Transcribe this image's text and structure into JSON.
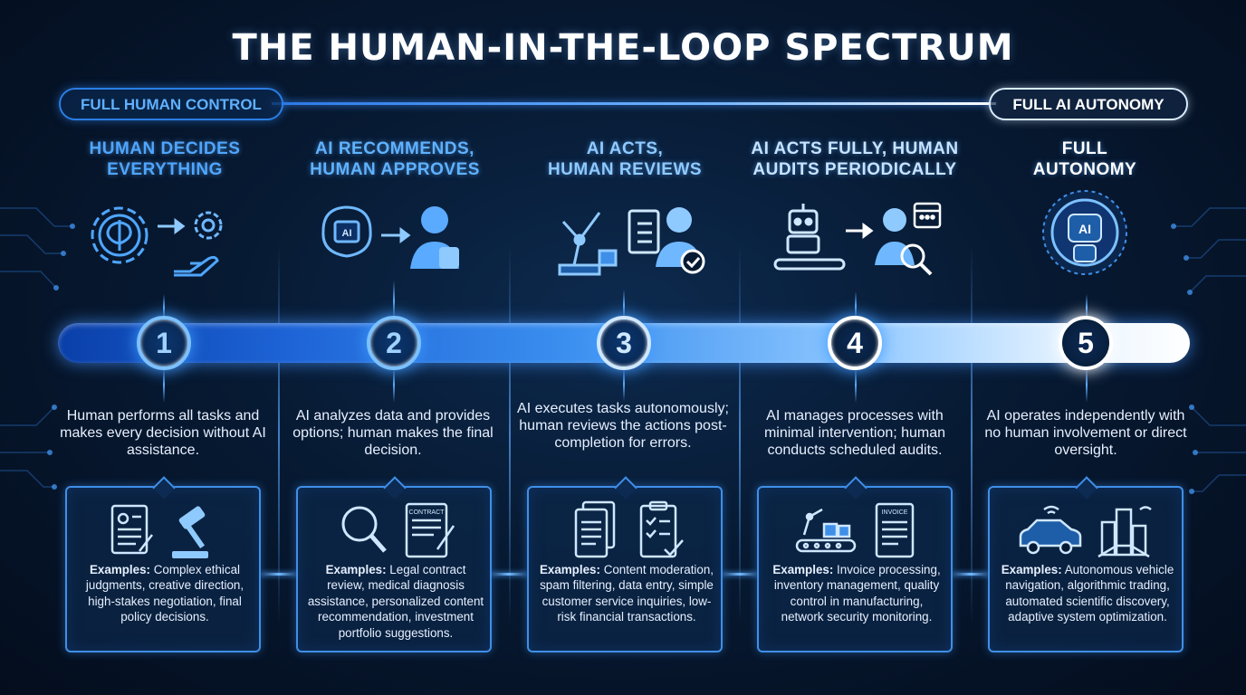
{
  "title": "THE HUMAN-IN-THE-LOOP SPECTRUM",
  "axis": {
    "left_label": "FULL HUMAN CONTROL",
    "right_label": "FULL AI AUTONOMY"
  },
  "colors": {
    "accent_blue": "#3f8fe8",
    "glow_blue": "#5aaaff",
    "background": "#071a33",
    "heading_blue": "#5fb0ff",
    "white": "#ffffff"
  },
  "stages": [
    {
      "number": "1",
      "heading_line1": "HUMAN DECIDES",
      "heading_line2": "EVERYTHING",
      "description": "Human performs all tasks and makes every decision without AI assistance.",
      "icons": [
        "brain-gear-icon",
        "arrow-right-icon",
        "gear-icon",
        "hand-icon"
      ],
      "examples_label": "Examples:",
      "examples": "Complex ethical judgments, creative direction, high-stakes negotiation, final policy decisions.",
      "card_icons": [
        "resume-document-icon",
        "gavel-icon"
      ]
    },
    {
      "number": "2",
      "heading_line1": "AI RECOMMENDS,",
      "heading_line2": "HUMAN APPROVES",
      "description": "AI analyzes data and provides options; human makes the final decision.",
      "icon_label": "AI",
      "icons": [
        "ai-brain-icon",
        "arrow-right-icon",
        "person-thumbs-up-icon"
      ],
      "examples_label": "Examples:",
      "examples": "Legal contract review, medical diagnosis assistance, personalized content recommendation, investment portfolio suggestions.",
      "card_label": "CONTRACT",
      "card_icons": [
        "magnifier-icon",
        "contract-icon"
      ]
    },
    {
      "number": "3",
      "heading_line1": "AI ACTS,",
      "heading_line2": "HUMAN REVIEWS",
      "description": "AI executes tasks autonomously; human reviews the actions post-completion for errors.",
      "icons": [
        "robot-arm-icon",
        "clipboard-checklist-icon",
        "person-check-icon"
      ],
      "examples_label": "Examples:",
      "examples": "Content moderation, spam filtering, data entry, simple customer service inquiries, low-risk financial transactions.",
      "card_icons": [
        "documents-icon",
        "checklist-icon"
      ]
    },
    {
      "number": "4",
      "heading_line1": "AI ACTS FULLY, HUMAN",
      "heading_line2": "AUDITS PERIODICALLY",
      "description": "AI manages processes with minimal intervention; human conducts scheduled audits.",
      "icons": [
        "robot-conveyor-icon",
        "arrow-right-icon",
        "person-magnifier-icon",
        "calendar-icon"
      ],
      "examples_label": "Examples:",
      "examples": "Invoice processing, inventory management, quality control in manufacturing, network security monitoring.",
      "card_label": "INVOICE",
      "card_icons": [
        "factory-conveyor-icon",
        "invoice-icon"
      ]
    },
    {
      "number": "5",
      "heading_line1": "FULL",
      "heading_line2": "AUTONOMY",
      "description": "AI operates independently with no human involvement or direct oversight.",
      "icon_label": "AI",
      "icons": [
        "ai-robot-glow-icon"
      ],
      "examples_label": "Examples:",
      "examples": "Autonomous vehicle navigation, algorithmic trading, automated scientific discovery, adaptive system optimization.",
      "card_icons": [
        "connected-car-icon",
        "smart-city-icon"
      ]
    }
  ]
}
